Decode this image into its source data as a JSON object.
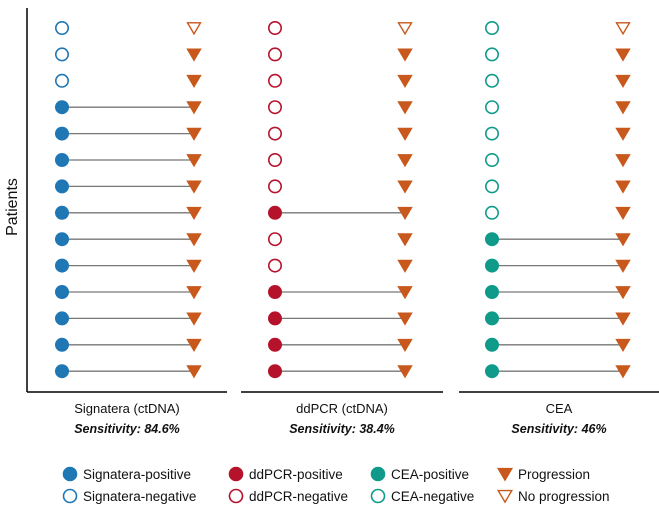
{
  "chart_data": {
    "type": "scatter",
    "ylabel": "Patients",
    "colors": {
      "signatera": "#1f77b4",
      "ddpcr": "#b5132b",
      "cea": "#0f9a8a",
      "progression": "#c8581c",
      "connector": "#777777",
      "axis": "#000000"
    },
    "panels": [
      {
        "key": "signatera",
        "title": "Signatera (ctDNA)",
        "sensitivity": "Sensitivity: 84.6%",
        "test_positive": [
          0,
          0,
          0,
          1,
          1,
          1,
          1,
          1,
          1,
          1,
          1,
          1,
          1,
          1
        ],
        "progression": [
          0,
          1,
          1,
          1,
          1,
          1,
          1,
          1,
          1,
          1,
          1,
          1,
          1,
          1
        ]
      },
      {
        "key": "ddpcr",
        "title": "ddPCR (ctDNA)",
        "sensitivity": "Sensitivity: 38.4%",
        "test_positive": [
          0,
          0,
          0,
          0,
          0,
          0,
          0,
          1,
          0,
          0,
          1,
          1,
          1,
          1
        ],
        "progression": [
          0,
          1,
          1,
          1,
          1,
          1,
          1,
          1,
          1,
          1,
          1,
          1,
          1,
          1
        ]
      },
      {
        "key": "cea",
        "title": "CEA",
        "sensitivity": "Sensitivity: 46%",
        "test_positive": [
          0,
          0,
          0,
          0,
          0,
          0,
          0,
          0,
          1,
          1,
          1,
          1,
          1,
          1
        ],
        "progression": [
          0,
          1,
          1,
          1,
          1,
          1,
          1,
          1,
          1,
          1,
          1,
          1,
          1,
          1
        ]
      }
    ],
    "legend": [
      [
        {
          "marker": "circle-filled",
          "color_key": "signatera",
          "label": "Signatera-positive"
        },
        {
          "marker": "circle-filled",
          "color_key": "ddpcr",
          "label": "ddPCR-positive"
        },
        {
          "marker": "circle-filled",
          "color_key": "cea",
          "label": "CEA-positive"
        },
        {
          "marker": "triangle-filled",
          "color_key": "progression",
          "label": "Progression"
        }
      ],
      [
        {
          "marker": "circle-open",
          "color_key": "signatera",
          "label": "Signatera-negative"
        },
        {
          "marker": "circle-open",
          "color_key": "ddpcr",
          "label": "ddPCR-negative"
        },
        {
          "marker": "circle-open",
          "color_key": "cea",
          "label": "CEA-negative"
        },
        {
          "marker": "triangle-open",
          "color_key": "progression",
          "label": "No progression"
        }
      ]
    ]
  }
}
